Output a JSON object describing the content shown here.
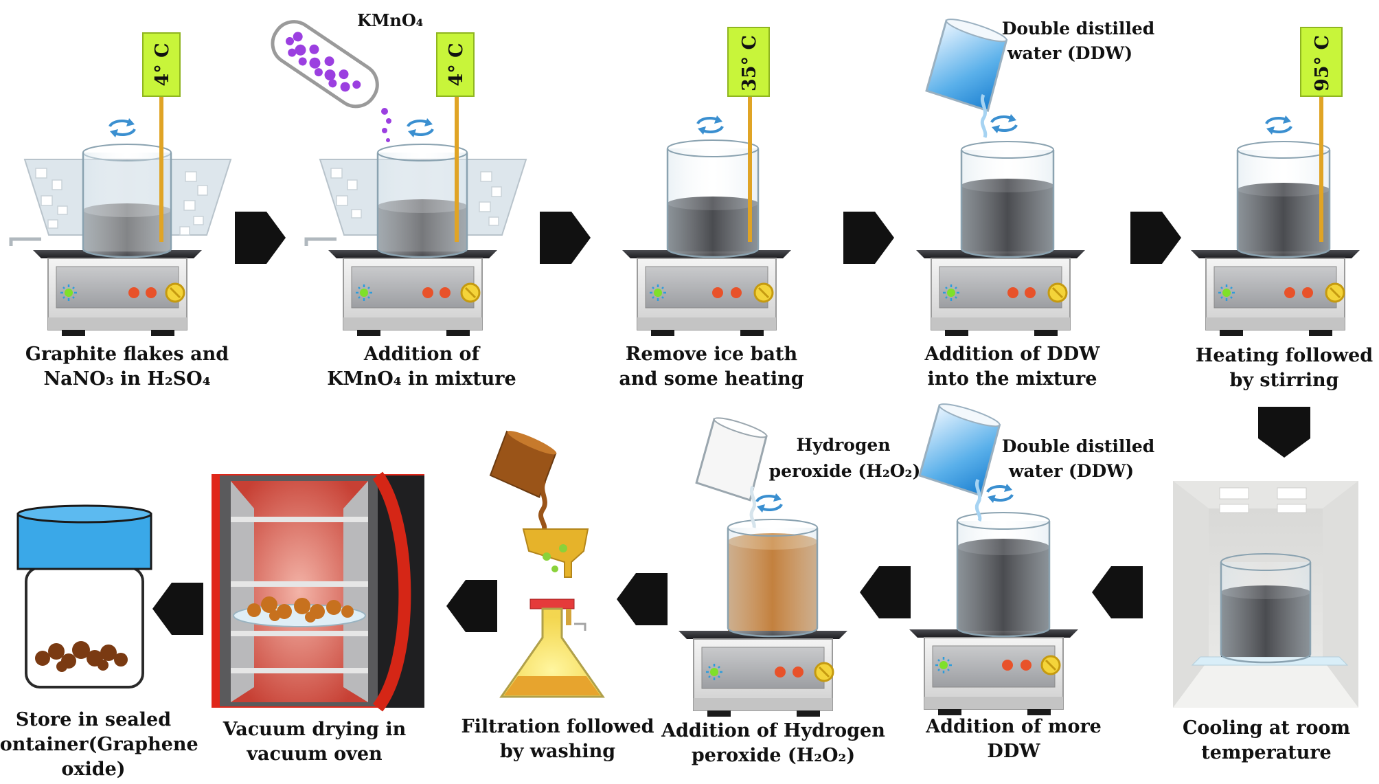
{
  "temperatures": {
    "step1": "4° C",
    "step2": "4° C",
    "step3": "35° C",
    "step5": "95° C"
  },
  "reagents": {
    "kmno4": "KMnO₄",
    "ddw_line1": "Double distilled",
    "ddw_line2": "water (DDW)",
    "h2o2_line1": "Hydrogen",
    "h2o2_line2": "peroxide (H₂O₂)"
  },
  "steps": [
    {
      "line1": "Graphite flakes and",
      "line2": "NaNO₃ in H₂SO₄",
      "line3": ""
    },
    {
      "line1": "Addition of",
      "line2": "KMnO₄ in mixture",
      "line3": ""
    },
    {
      "line1": "Remove ice bath",
      "line2": "and some heating",
      "line3": ""
    },
    {
      "line1": "Addition of DDW",
      "line2": "into the mixture",
      "line3": ""
    },
    {
      "line1": "Heating followed",
      "line2": "by stirring",
      "line3": ""
    },
    {
      "line1": "Cooling at room",
      "line2": "temperature",
      "line3": ""
    },
    {
      "line1": "Addition of more",
      "line2": "DDW",
      "line3": ""
    },
    {
      "line1": "Addition of Hydrogen",
      "line2": "peroxide (H₂O₂)",
      "line3": ""
    },
    {
      "line1": "Filtration followed",
      "line2": "by washing",
      "line3": ""
    },
    {
      "line1": "Vacuum drying in",
      "line2": "vacuum oven",
      "line3": ""
    },
    {
      "line1": "Store in sealed",
      "line2": "container(Graphene",
      "line3": "oxide)"
    }
  ],
  "colors": {
    "dark_liquid": "#2a2c31",
    "grey_liquid": "#6d6f72",
    "brown_liquid": "#b86a1c",
    "thermometer_tag": "#c8f53a",
    "arrow": "#111111",
    "lid": "#3aa8e8",
    "oven_red": "#e0271a"
  },
  "icons": [
    "stirring-rotation-icon",
    "power-indicator-icon",
    "knob-icon",
    "direction-arrow-icon"
  ]
}
